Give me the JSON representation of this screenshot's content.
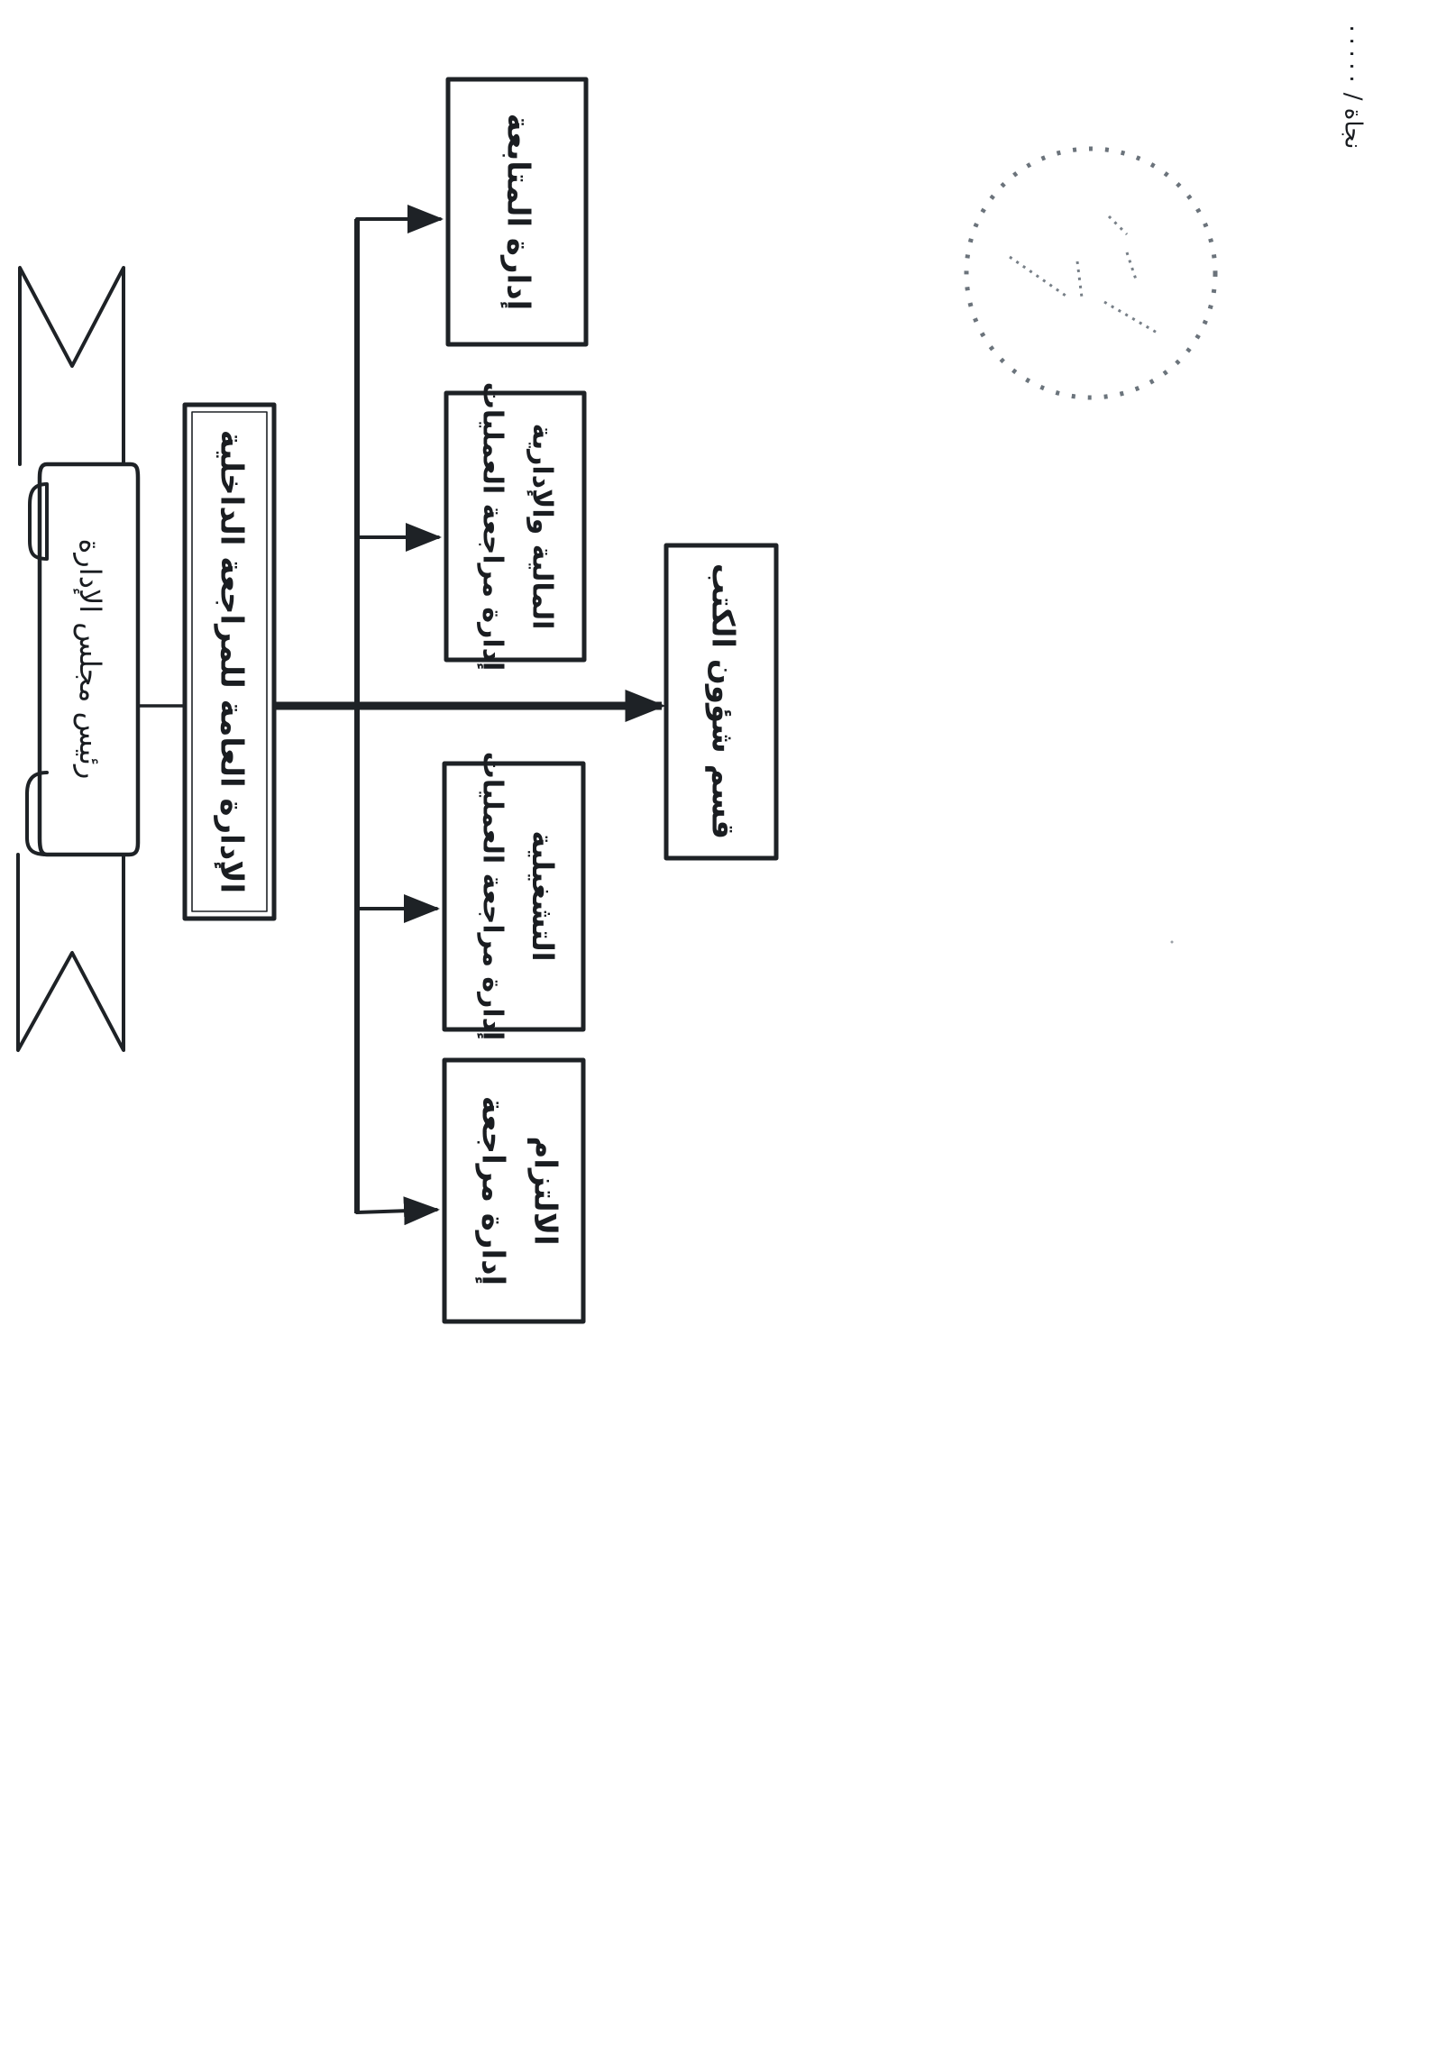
{
  "document": {
    "orientation": "landscape content rotated 90 degrees clockwise",
    "reference_note": "نجاة / ٠٠٠٠٠",
    "stamp": "seal-stamp"
  },
  "org_chart": {
    "top": {
      "label": "رئيس مجلس الإدارة",
      "shape": "ribbon-banner"
    },
    "main": {
      "label": "الإدارة العامة للمراجعة الداخلية",
      "shape": "double-border-box"
    },
    "direct_unit": {
      "label": "قسم شؤون الكتب"
    },
    "departments": [
      {
        "lines": [
          "إدارة المتابعة"
        ]
      },
      {
        "lines": [
          "إدارة مراجعة العمليات",
          "المالية والإدارية"
        ]
      },
      {
        "lines": [
          "إدارة مراجعة العمليات",
          "التشغيلية"
        ]
      },
      {
        "lines": [
          "إدارة مراجعة",
          "الالتزام"
        ]
      }
    ],
    "colors": {
      "line": "#1e2226",
      "background": "#ffffff"
    }
  }
}
